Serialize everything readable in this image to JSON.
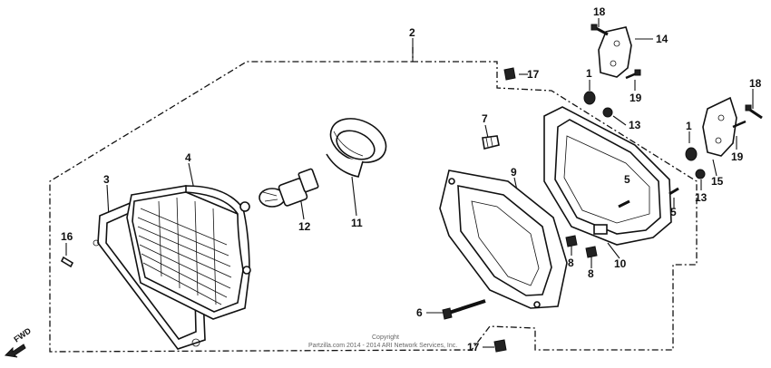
{
  "diagram": {
    "callouts": [
      {
        "id": "c2",
        "label": "2"
      },
      {
        "id": "c3",
        "label": "3"
      },
      {
        "id": "c4",
        "label": "4"
      },
      {
        "id": "c12",
        "label": "12"
      },
      {
        "id": "c11",
        "label": "11"
      },
      {
        "id": "c16",
        "label": "16"
      },
      {
        "id": "c6",
        "label": "6"
      },
      {
        "id": "c7",
        "label": "7"
      },
      {
        "id": "c9",
        "label": "9"
      },
      {
        "id": "c8a",
        "label": "8"
      },
      {
        "id": "c8b",
        "label": "8"
      },
      {
        "id": "c10",
        "label": "10"
      },
      {
        "id": "c5a",
        "label": "5"
      },
      {
        "id": "c5b",
        "label": "5"
      },
      {
        "id": "c17a",
        "label": "17"
      },
      {
        "id": "c17b",
        "label": "17"
      },
      {
        "id": "c18a",
        "label": "18"
      },
      {
        "id": "c14",
        "label": "14"
      },
      {
        "id": "c1a",
        "label": "1"
      },
      {
        "id": "c19a",
        "label": "19"
      },
      {
        "id": "c13a",
        "label": "13"
      },
      {
        "id": "c18b",
        "label": "18"
      },
      {
        "id": "c1b",
        "label": "1"
      },
      {
        "id": "c19b",
        "label": "19"
      },
      {
        "id": "c15",
        "label": "15"
      },
      {
        "id": "c13b",
        "label": "13"
      }
    ],
    "fwd_label": "FWD",
    "copyright_line1": "Copyright",
    "copyright_line2": "Partzilla.com 2014 - 2014 ARI Network Services, Inc."
  }
}
